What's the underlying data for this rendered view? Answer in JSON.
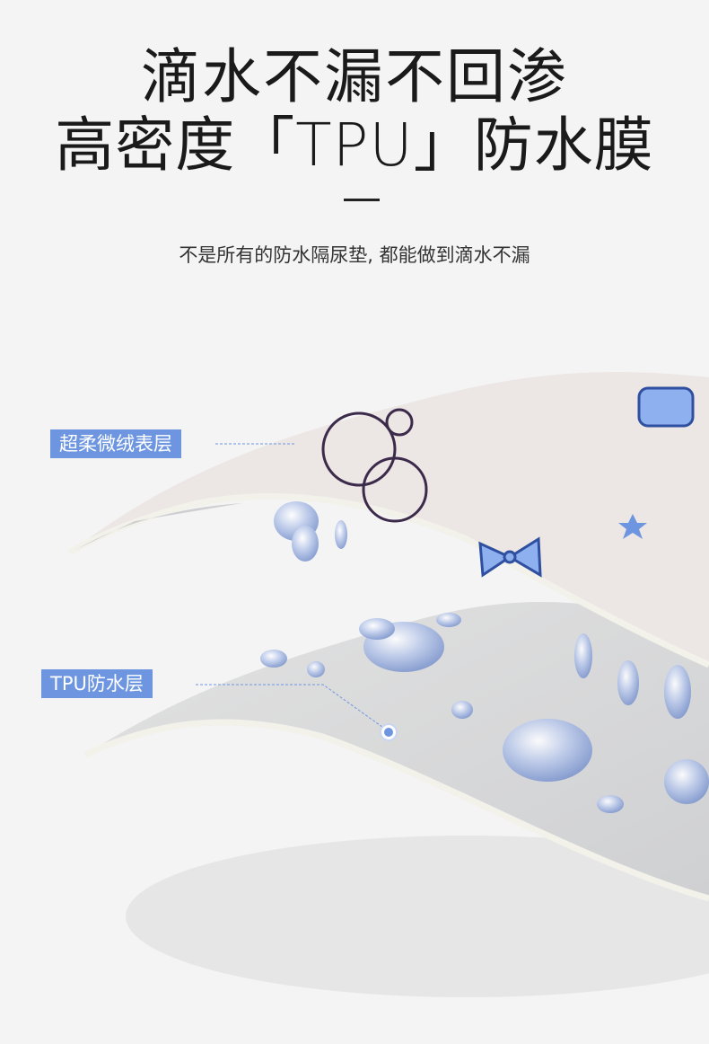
{
  "headline": {
    "line1": "滴水不漏不回渗",
    "line2": "高密度「TPU」防水膜"
  },
  "subtitle": "不是所有的防水隔尿垫, 都能做到滴水不漏",
  "labels": {
    "top_layer": "超柔微绒表层",
    "tpu_layer": "TPU防水层"
  },
  "colors": {
    "label_bg": "#6e96e0",
    "background": "#f4f4f4"
  }
}
